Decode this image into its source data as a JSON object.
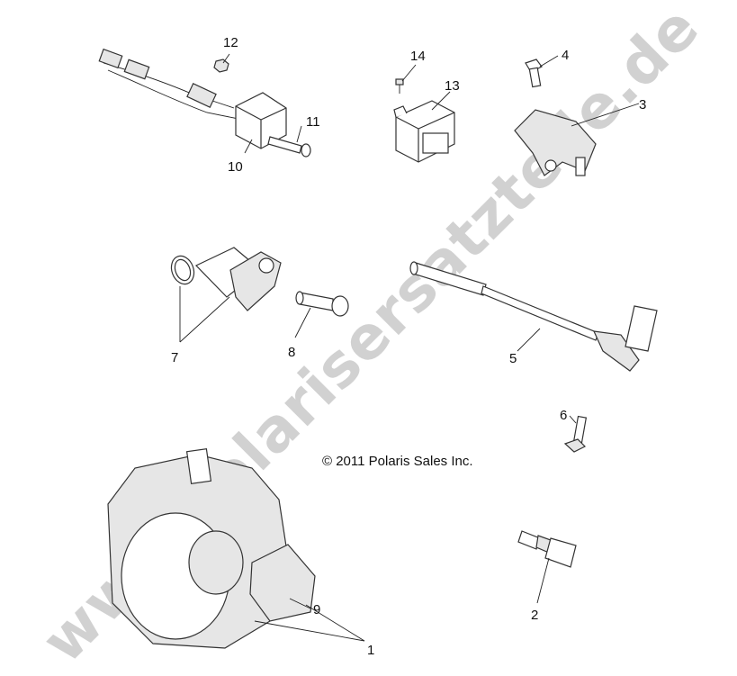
{
  "copyright": "© 2011 Polaris Sales Inc.",
  "watermark": "www.polarisersatzteile.de",
  "callouts": {
    "c1": "1",
    "c2": "2",
    "c3": "3",
    "c4": "4",
    "c5": "5",
    "c6": "6",
    "c7": "7",
    "c8": "8",
    "c9": "9",
    "c10": "10",
    "c11": "11",
    "c12": "12",
    "c13": "13",
    "c14": "14"
  }
}
